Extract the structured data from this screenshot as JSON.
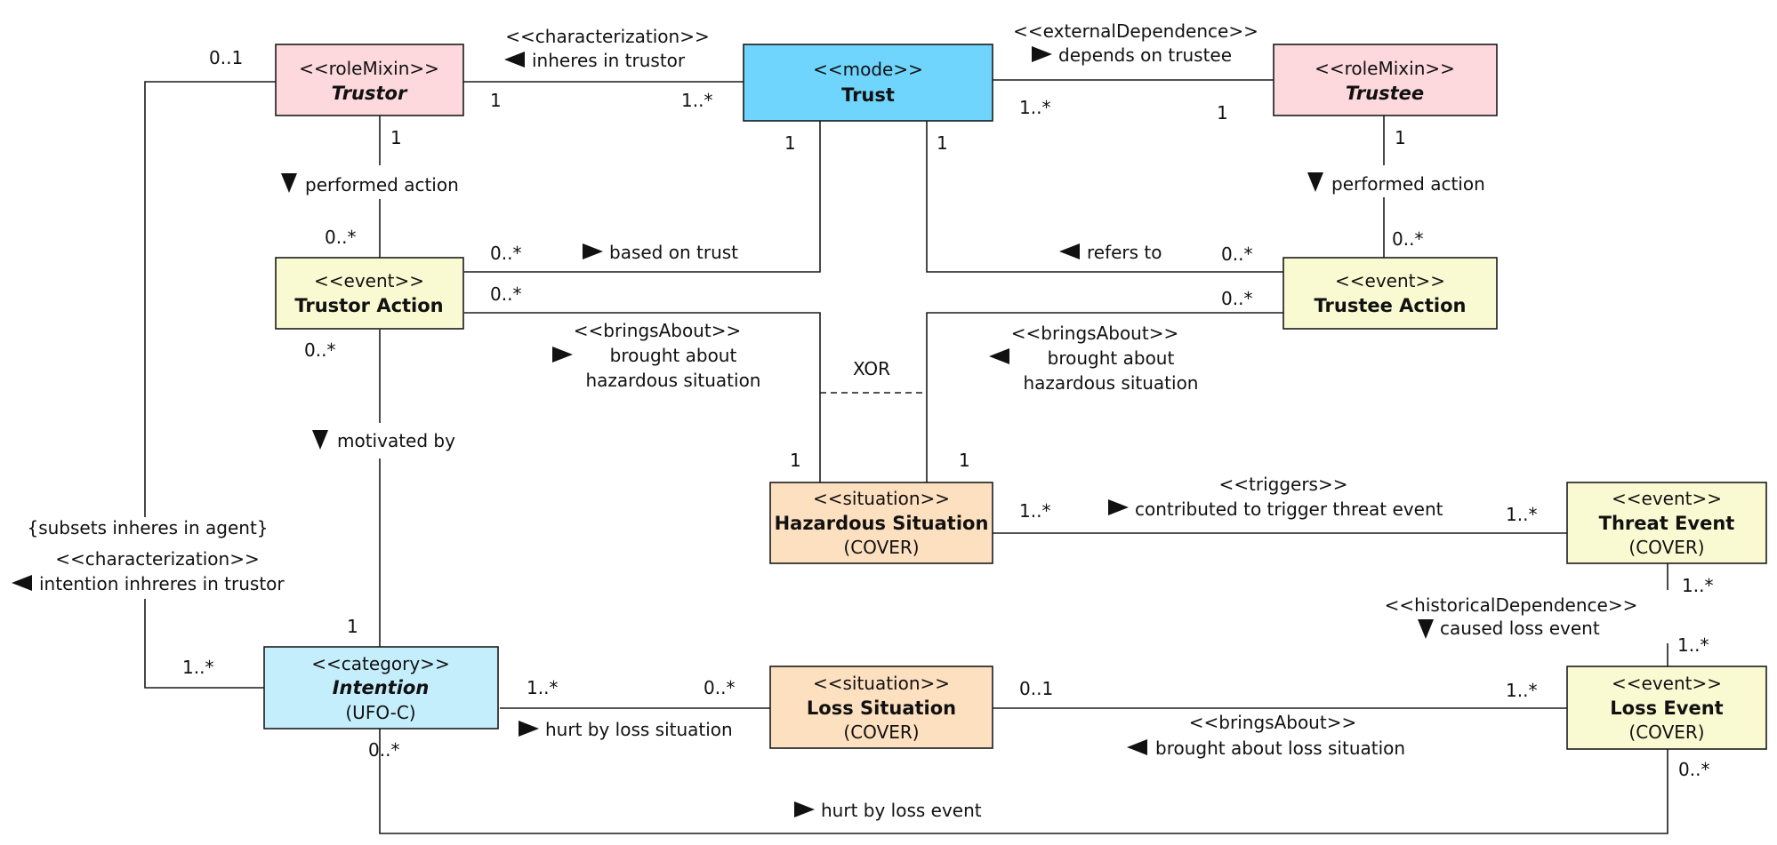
{
  "colors": {
    "rolemixin_fill": "#fdd8dc",
    "mode_fill": "#6fd5fd",
    "event_fill": "#fafad2",
    "situation_fill": "#fde0c0",
    "category_fill": "#c5eefd",
    "line": "#1a1a1a"
  },
  "classes": {
    "trustor": {
      "stereotype": "<<roleMixin>>",
      "name": "Trustor"
    },
    "trust": {
      "stereotype": "<<mode>>",
      "name": "Trust"
    },
    "trustee": {
      "stereotype": "<<roleMixin>>",
      "name": "Trustee"
    },
    "trustor_action": {
      "stereotype": "<<event>>",
      "name": "Trustor Action"
    },
    "trustee_action": {
      "stereotype": "<<event>>",
      "name": "Trustee Action"
    },
    "hazardous_situation": {
      "stereotype": "<<situation>>",
      "name": "Hazardous Situation",
      "sub": "(COVER)"
    },
    "threat_event": {
      "stereotype": "<<event>>",
      "name": "Threat Event",
      "sub": "(COVER)"
    },
    "intention": {
      "stereotype": "<<category>>",
      "name": "Intention",
      "sub": "(UFO-C)"
    },
    "loss_situation": {
      "stereotype": "<<situation>>",
      "name": "Loss Situation",
      "sub": "(COVER)"
    },
    "loss_event": {
      "stereotype": "<<event>>",
      "name": "Loss Event",
      "sub": "(COVER)"
    }
  },
  "associations": {
    "trustor_trust": {
      "stereotype": "<<characterization>>",
      "label": "inheres in trustor",
      "mult_a": "1",
      "mult_b": "1..*"
    },
    "trust_trustee": {
      "stereotype": "<<externalDependence>>",
      "label": "depends on trustee",
      "mult_a": "1..*",
      "mult_b": "1"
    },
    "trustor_action": {
      "label": "performed action",
      "mult_a": "1",
      "mult_b": "0..*"
    },
    "trustee_action": {
      "label": "performed action",
      "mult_a": "1",
      "mult_b": "0..*"
    },
    "based_on_trust": {
      "label": "based on trust",
      "mult_a": "0..*",
      "mult_b": "1"
    },
    "refers_to": {
      "label": "refers to",
      "mult_a": "1",
      "mult_b": "0..*"
    },
    "trustor_brings": {
      "stereotype": "<<bringsAbout>>",
      "label1": "brought about",
      "label2": "hazardous situation",
      "mult_a": "0..*",
      "mult_b": "1"
    },
    "trustee_brings": {
      "stereotype": "<<bringsAbout>>",
      "label1": "brought about",
      "label2": "hazardous situation",
      "mult_a": "0..*",
      "mult_b": "1"
    },
    "xor": "XOR",
    "motivated_by": {
      "label": "motivated by",
      "mult_a": "0..*",
      "mult_b": "1"
    },
    "triggers": {
      "stereotype": "<<triggers>>",
      "label": "contributed to trigger threat event",
      "mult_a": "1..*",
      "mult_b": "1..*"
    },
    "intention_trustor": {
      "constraint": "{subsets inheres in agent}",
      "stereotype": "<<characterization>>",
      "label": "intention inhreres in trustor",
      "mult_a": "0..1",
      "mult_b": "1..*"
    },
    "historical": {
      "stereotype": "<<historicalDependence>>",
      "label": "caused loss event",
      "mult_a": "1..*",
      "mult_b": "1..*"
    },
    "hurt_by_loss_situation": {
      "label": "hurt by loss situation",
      "mult_a": "1..*",
      "mult_b": "0..*"
    },
    "loss_brings": {
      "stereotype": "<<bringsAbout>>",
      "label": "brought about loss situation",
      "mult_a": "0..1",
      "mult_b": "1..*"
    },
    "hurt_by_loss_event": {
      "label": "hurt by loss event",
      "mult_a": "0..*",
      "mult_b": "0..*"
    }
  }
}
